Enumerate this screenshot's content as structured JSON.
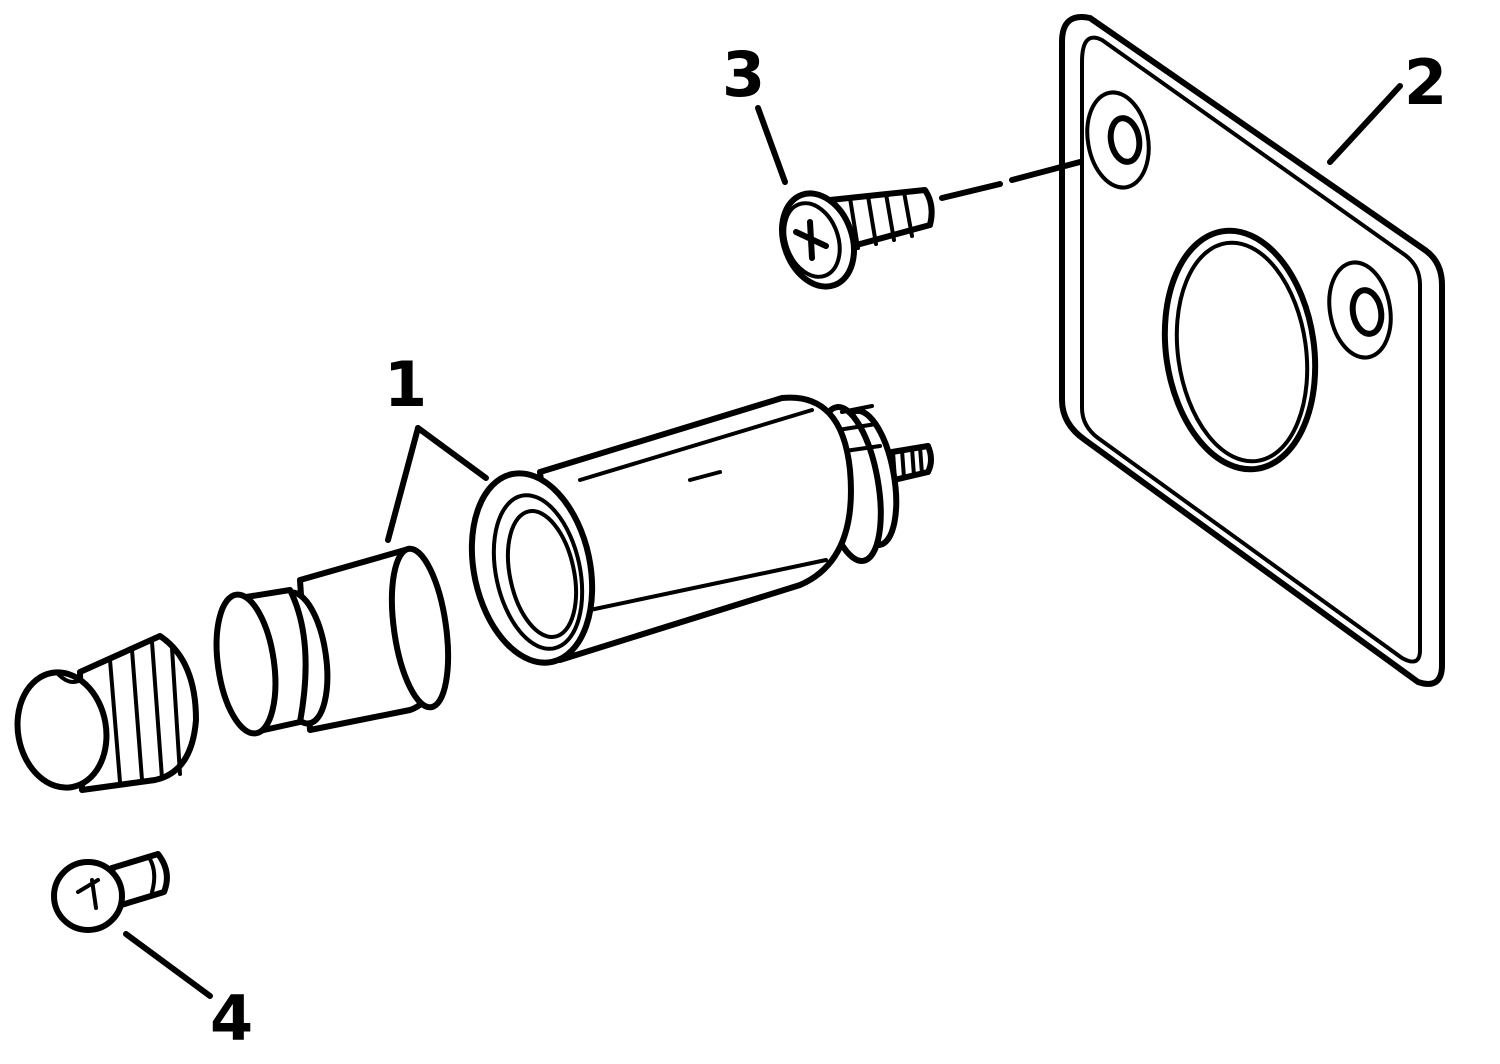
{
  "diagram": {
    "callouts": [
      {
        "id": "callout-1",
        "label": "1"
      },
      {
        "id": "callout-2",
        "label": "2"
      },
      {
        "id": "callout-3",
        "label": "3"
      },
      {
        "id": "callout-4",
        "label": "4"
      }
    ],
    "colors": {
      "ink": "#000000",
      "paper": "#ffffff"
    }
  }
}
